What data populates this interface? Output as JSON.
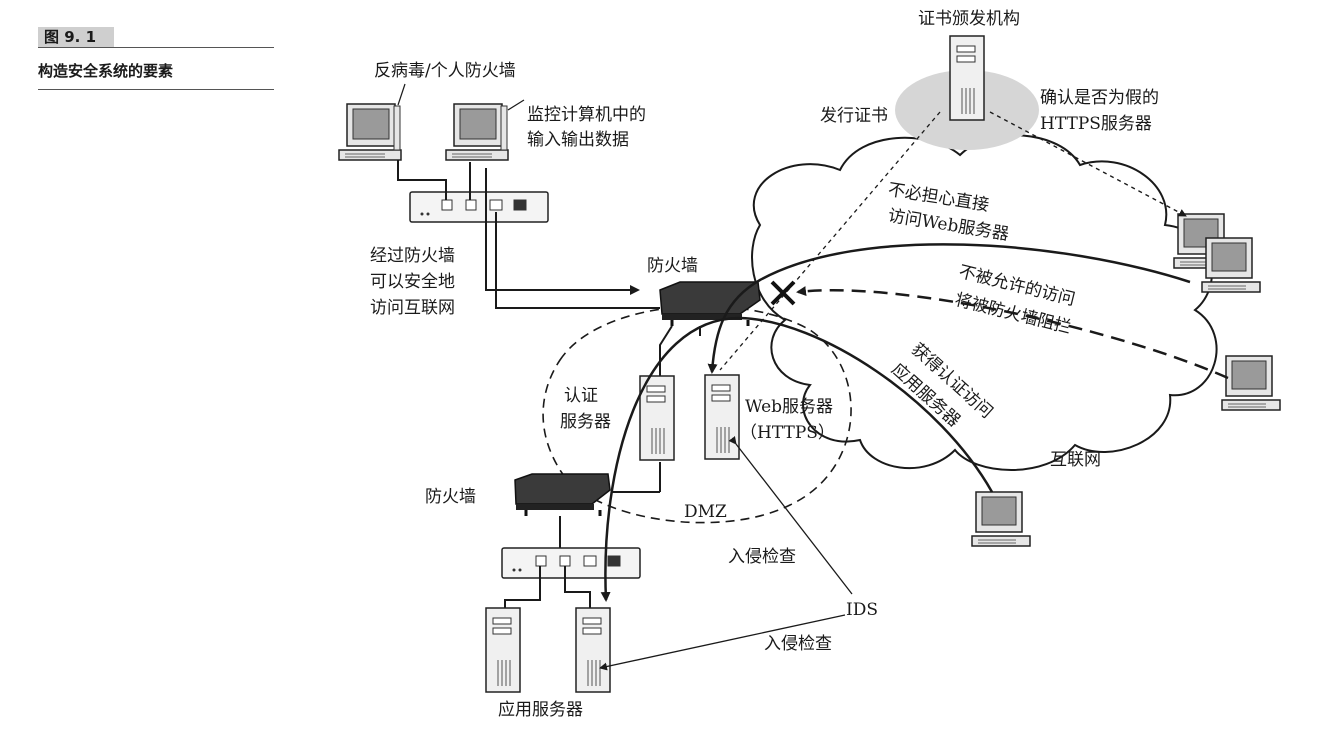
{
  "figure": {
    "tag": "图 9. 1",
    "caption": "构造安全系统的要素"
  },
  "labels": {
    "antivirus": "反病毒/个人防火墙",
    "monitor_line1": "监控计算机中的",
    "monitor_line2": "输入输出数据",
    "safe_line1": "经过防火墙",
    "safe_line2": "可以安全地",
    "safe_line3": "访问互联网",
    "firewall_top": "防火墙",
    "firewall_bottom": "防火墙",
    "ca": "证书颁发机构",
    "issue_cert": "发行证书",
    "confirm_line1": "确认是否为假的",
    "confirm_line2": "HTTPS服务器",
    "no_worry_line1": "不必担心直接",
    "no_worry_line2": "访问Web服务器",
    "blocked_line1": "不被允许的访问",
    "blocked_line2": "将被防火墙阻拦",
    "auth_access_line1": "获得认证访问",
    "auth_access_line2": "应用服务器",
    "auth_line1": "认证",
    "auth_line2": "服务器",
    "web_line1": "Web服务器",
    "web_line2": "（HTTPS）",
    "dmz": "DMZ",
    "intrusion1": "入侵检查",
    "ids": "IDS",
    "intrusion2": "入侵检查",
    "internet": "互联网",
    "app_server": "应用服务器"
  },
  "icons": [
    "pc-icon",
    "server-icon",
    "router-icon",
    "firewall-icon",
    "cloud-icon",
    "block-x-icon"
  ],
  "colors": {
    "line": "#1a1a1a",
    "firewall": "#3a3a3a",
    "ca_halo": "#d9d9d9",
    "screen": "#9a9a9a"
  }
}
